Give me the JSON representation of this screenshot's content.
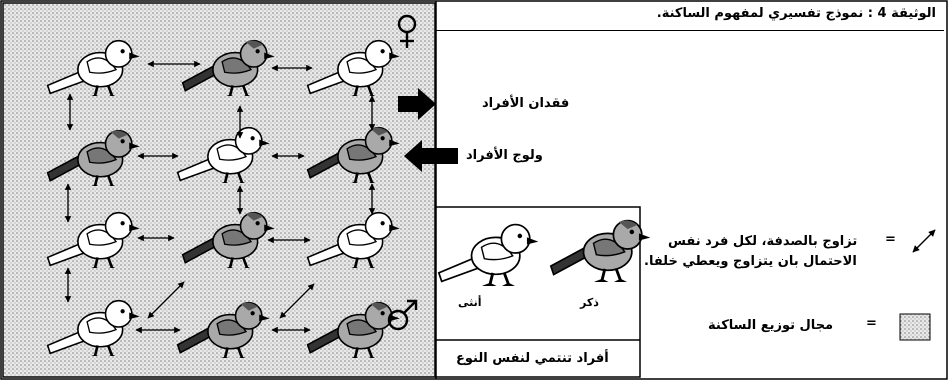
{
  "title": "الوثيقة 4 :  نموذج تفسيري لمفهوم الساكنة.",
  "labels": {
    "loss": "فقدان الأفراد",
    "entry": "ولوج الأفراد",
    "pairing_line1": "تزاوج بالصدفة، لكل فرد نفس",
    "pairing_line2": "الاحتمال بان يتزاوج ويعطي خلفا.",
    "range": "مجال توزيع الساكنة",
    "male": "ذكر",
    "female": "أنثى",
    "same_species": "أفراد تنتمي لنفس النوع",
    "eq": "="
  },
  "symbols": {
    "female": "female-symbol",
    "male": "male-symbol"
  },
  "colors": {
    "female_bird": "#ffffff",
    "male_bird": "#a9a9a9",
    "male_wing": "#777777",
    "tail_dark": "#333333",
    "stipple": "#b5b5b5"
  }
}
